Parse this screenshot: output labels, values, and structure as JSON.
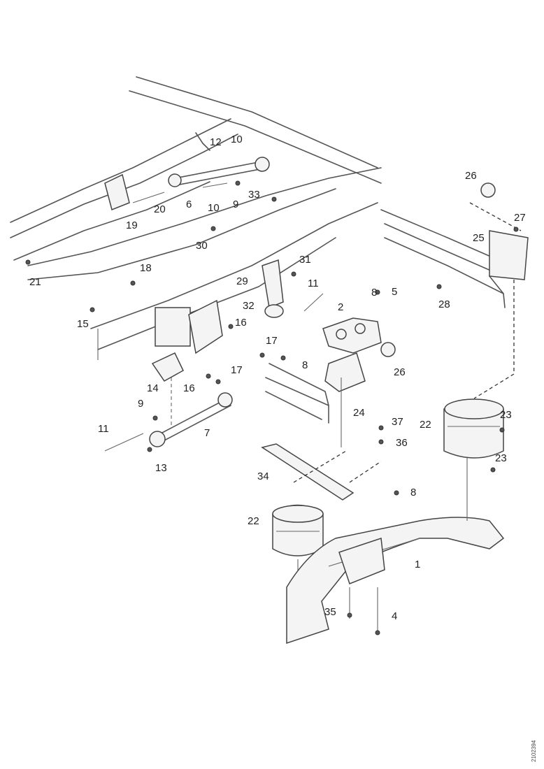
{
  "callouts": [
    "1",
    "2",
    "4",
    "5",
    "6",
    "7",
    "8",
    "9",
    "10",
    "11",
    "12",
    "13",
    "14",
    "15",
    "16",
    "17",
    "18",
    "19",
    "20",
    "21",
    "22",
    "23",
    "24",
    "25",
    "26",
    "27",
    "28",
    "29",
    "30",
    "31",
    "32",
    "33",
    "34",
    "35",
    "36",
    "37"
  ],
  "drawing_code": "2102394"
}
